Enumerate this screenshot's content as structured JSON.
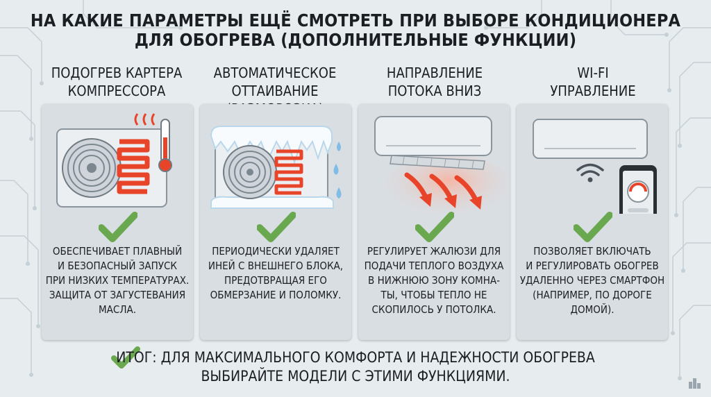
{
  "title": {
    "line1": "НА КАКИЕ ПАРАМЕТРЫ ЕЩЁ СМОТРЕТЬ ПРИ ВЫБОРЕ КОНДИЦИОНЕРА",
    "line2": "ДЛЯ ОБОГРЕВА (ДОПОЛНИТЕЛЬНЫЕ ФУНКЦИИ)"
  },
  "features": [
    {
      "heading": [
        "ПОДОГРЕВ КАРТЕРА",
        "КОМПРЕССОРА"
      ],
      "description": [
        "ОБЕСПЕЧИВАЕТ ПЛАВНЫЙ",
        "И БЕЗОПАСНЫЙ ЗАПУСК",
        "ПРИ НИЗКИХ ТЕМПЕРАТУРАХ.",
        "ЗАЩИТА ОТ ЗАГУСТЕВАНИЯ",
        "МАСЛА."
      ],
      "icon": "heated-outdoor-unit-icon"
    },
    {
      "heading": [
        "АВТОМАТИЧЕСКОЕ",
        "ОТТАИВАНИЕ",
        "(РАЗМОРОЗКА)"
      ],
      "description": [
        "ПЕРИОДИЧЕСКИ УДАЛЯЕТ",
        "ИНЕЙ С ВНЕШНЕГО БЛОКА,",
        "ПРЕДОТВРАЩАЯ ЕГО",
        "ОБМЕРЗАНИЕ И ПОЛОМКУ."
      ],
      "icon": "frozen-outdoor-unit-icon"
    },
    {
      "heading": [
        "НАПРАВЛЕНИЕ",
        "ПОТОКА ВНИЗ"
      ],
      "description": [
        "РЕГУЛИРУЕТ ЖАЛЮЗИ ДЛЯ",
        "ПОДАЧИ ТЕПЛОГО ВОЗДУХА",
        "В НИЖНЮЮ ЗОНУ КОМНА-",
        "ТЫ, ЧТОБЫ ТЕПЛО НЕ",
        "СКОПИЛОСЬ У ПОТОЛКА."
      ],
      "icon": "indoor-unit-airflow-down-icon"
    },
    {
      "heading": [
        "WI-FI",
        "УПРАВЛЕНИЕ"
      ],
      "description": [
        "ПОЗВОЛЯЕТ ВКЛЮЧАТЬ",
        "И РЕГУЛИРОВАТЬ ОБОГРЕВ",
        "УДАЛЕННО ЧЕРЕЗ СМАРТФОН",
        "(НАПРИМЕР, ПО ДОРОГЕ",
        "ДОМОЙ)."
      ],
      "icon": "wifi-smartphone-icon"
    }
  ],
  "summary": {
    "line1": "ИТОГ: ДЛЯ МАКСИМАЛЬНОГО КОМФОРТА И НАДЕЖНОСТИ ОБОГРЕВА",
    "line2": "ВЫБИРАЙТЕ МОДЕЛИ С ЭТИМИ ФУНКЦИЯМИ."
  },
  "colors": {
    "check": "#6aa84f",
    "heat": "#e8442a",
    "unit": "#eceff1",
    "card": "#d9dee3"
  }
}
